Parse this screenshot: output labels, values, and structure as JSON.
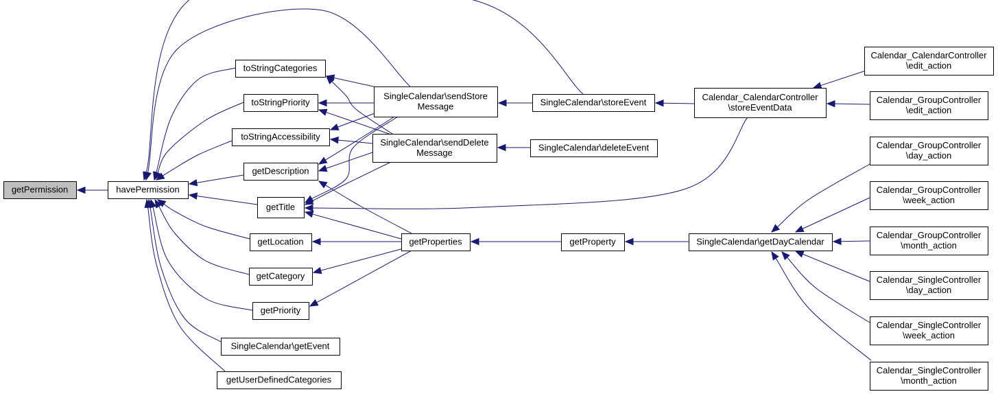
{
  "diagram": {
    "type": "call-graph",
    "accent_color": "#191970",
    "root_fill": "#bfbfbf",
    "nodes": [
      {
        "id": "getPermission",
        "lines": [
          "getPermission"
        ]
      },
      {
        "id": "havePermission",
        "lines": [
          "havePermission"
        ]
      },
      {
        "id": "toStringCategories",
        "lines": [
          "toStringCategories"
        ]
      },
      {
        "id": "toStringPriority",
        "lines": [
          "toStringPriority"
        ]
      },
      {
        "id": "toStringAccessibility",
        "lines": [
          "toStringAccessibility"
        ]
      },
      {
        "id": "getDescription",
        "lines": [
          "getDescription"
        ]
      },
      {
        "id": "getTitle",
        "lines": [
          "getTitle"
        ]
      },
      {
        "id": "getLocation",
        "lines": [
          "getLocation"
        ]
      },
      {
        "id": "getCategory",
        "lines": [
          "getCategory"
        ]
      },
      {
        "id": "getPriority",
        "lines": [
          "getPriority"
        ]
      },
      {
        "id": "getEvent",
        "lines": [
          "SingleCalendar\\getEvent"
        ]
      },
      {
        "id": "getUserDefinedCategories",
        "lines": [
          "getUserDefinedCategories"
        ]
      },
      {
        "id": "sendStoreMessage",
        "lines": [
          "SingleCalendar\\sendStore",
          "Message"
        ]
      },
      {
        "id": "sendDeleteMessage",
        "lines": [
          "SingleCalendar\\sendDelete",
          "Message"
        ]
      },
      {
        "id": "getProperties",
        "lines": [
          "getProperties"
        ]
      },
      {
        "id": "storeEvent",
        "lines": [
          "SingleCalendar\\storeEvent"
        ]
      },
      {
        "id": "deleteEvent",
        "lines": [
          "SingleCalendar\\deleteEvent"
        ]
      },
      {
        "id": "getProperty",
        "lines": [
          "getProperty"
        ]
      },
      {
        "id": "storeEventData",
        "lines": [
          "Calendar_CalendarController",
          "\\storeEventData"
        ]
      },
      {
        "id": "getDayCalendar",
        "lines": [
          "SingleCalendar\\getDayCalendar"
        ]
      },
      {
        "id": "ccEditAction",
        "lines": [
          "Calendar_CalendarController",
          "\\edit_action"
        ]
      },
      {
        "id": "gcEditAction",
        "lines": [
          "Calendar_GroupController",
          "\\edit_action"
        ]
      },
      {
        "id": "gcDayAction",
        "lines": [
          "Calendar_GroupController",
          "\\day_action"
        ]
      },
      {
        "id": "gcWeekAction",
        "lines": [
          "Calendar_GroupController",
          "\\week_action"
        ]
      },
      {
        "id": "gcMonthAction",
        "lines": [
          "Calendar_GroupController",
          "\\month_action"
        ]
      },
      {
        "id": "scDayAction",
        "lines": [
          "Calendar_SingleController",
          "\\day_action"
        ]
      },
      {
        "id": "scWeekAction",
        "lines": [
          "Calendar_SingleController",
          "\\week_action"
        ]
      },
      {
        "id": "scMonthAction",
        "lines": [
          "Calendar_SingleController",
          "\\month_action"
        ]
      }
    ],
    "edges": [
      {
        "from": "havePermission",
        "to": "getPermission"
      },
      {
        "from": "toStringCategories",
        "to": "havePermission"
      },
      {
        "from": "toStringPriority",
        "to": "havePermission"
      },
      {
        "from": "toStringAccessibility",
        "to": "havePermission"
      },
      {
        "from": "getDescription",
        "to": "havePermission"
      },
      {
        "from": "getTitle",
        "to": "havePermission"
      },
      {
        "from": "getLocation",
        "to": "havePermission"
      },
      {
        "from": "getCategory",
        "to": "havePermission"
      },
      {
        "from": "getPriority",
        "to": "havePermission"
      },
      {
        "from": "getEvent",
        "to": "havePermission"
      },
      {
        "from": "getUserDefinedCategories",
        "to": "havePermission"
      },
      {
        "from": "sendStoreMessage",
        "to": "havePermission"
      },
      {
        "from": "storeEvent",
        "to": "havePermission"
      },
      {
        "from": "sendStoreMessage",
        "to": "toStringCategories"
      },
      {
        "from": "sendDeleteMessage",
        "to": "toStringCategories"
      },
      {
        "from": "sendStoreMessage",
        "to": "toStringPriority"
      },
      {
        "from": "sendDeleteMessage",
        "to": "toStringPriority"
      },
      {
        "from": "sendStoreMessage",
        "to": "toStringAccessibility"
      },
      {
        "from": "sendDeleteMessage",
        "to": "toStringAccessibility"
      },
      {
        "from": "sendStoreMessage",
        "to": "getDescription"
      },
      {
        "from": "sendDeleteMessage",
        "to": "getDescription"
      },
      {
        "from": "getProperties",
        "to": "getDescription"
      },
      {
        "from": "sendStoreMessage",
        "to": "getTitle"
      },
      {
        "from": "sendDeleteMessage",
        "to": "getTitle"
      },
      {
        "from": "getProperties",
        "to": "getTitle"
      },
      {
        "from": "storeEventData",
        "to": "getTitle"
      },
      {
        "from": "getProperties",
        "to": "getLocation"
      },
      {
        "from": "getProperties",
        "to": "getCategory"
      },
      {
        "from": "getProperties",
        "to": "getPriority"
      },
      {
        "from": "storeEvent",
        "to": "sendStoreMessage"
      },
      {
        "from": "deleteEvent",
        "to": "sendDeleteMessage"
      },
      {
        "from": "getProperty",
        "to": "getProperties"
      },
      {
        "from": "storeEventData",
        "to": "storeEvent"
      },
      {
        "from": "getDayCalendar",
        "to": "getProperty"
      },
      {
        "from": "ccEditAction",
        "to": "storeEventData"
      },
      {
        "from": "gcEditAction",
        "to": "storeEventData"
      },
      {
        "from": "gcDayAction",
        "to": "getDayCalendar"
      },
      {
        "from": "gcWeekAction",
        "to": "getDayCalendar"
      },
      {
        "from": "gcMonthAction",
        "to": "getDayCalendar"
      },
      {
        "from": "scDayAction",
        "to": "getDayCalendar"
      },
      {
        "from": "scWeekAction",
        "to": "getDayCalendar"
      },
      {
        "from": "scMonthAction",
        "to": "getDayCalendar"
      }
    ]
  }
}
